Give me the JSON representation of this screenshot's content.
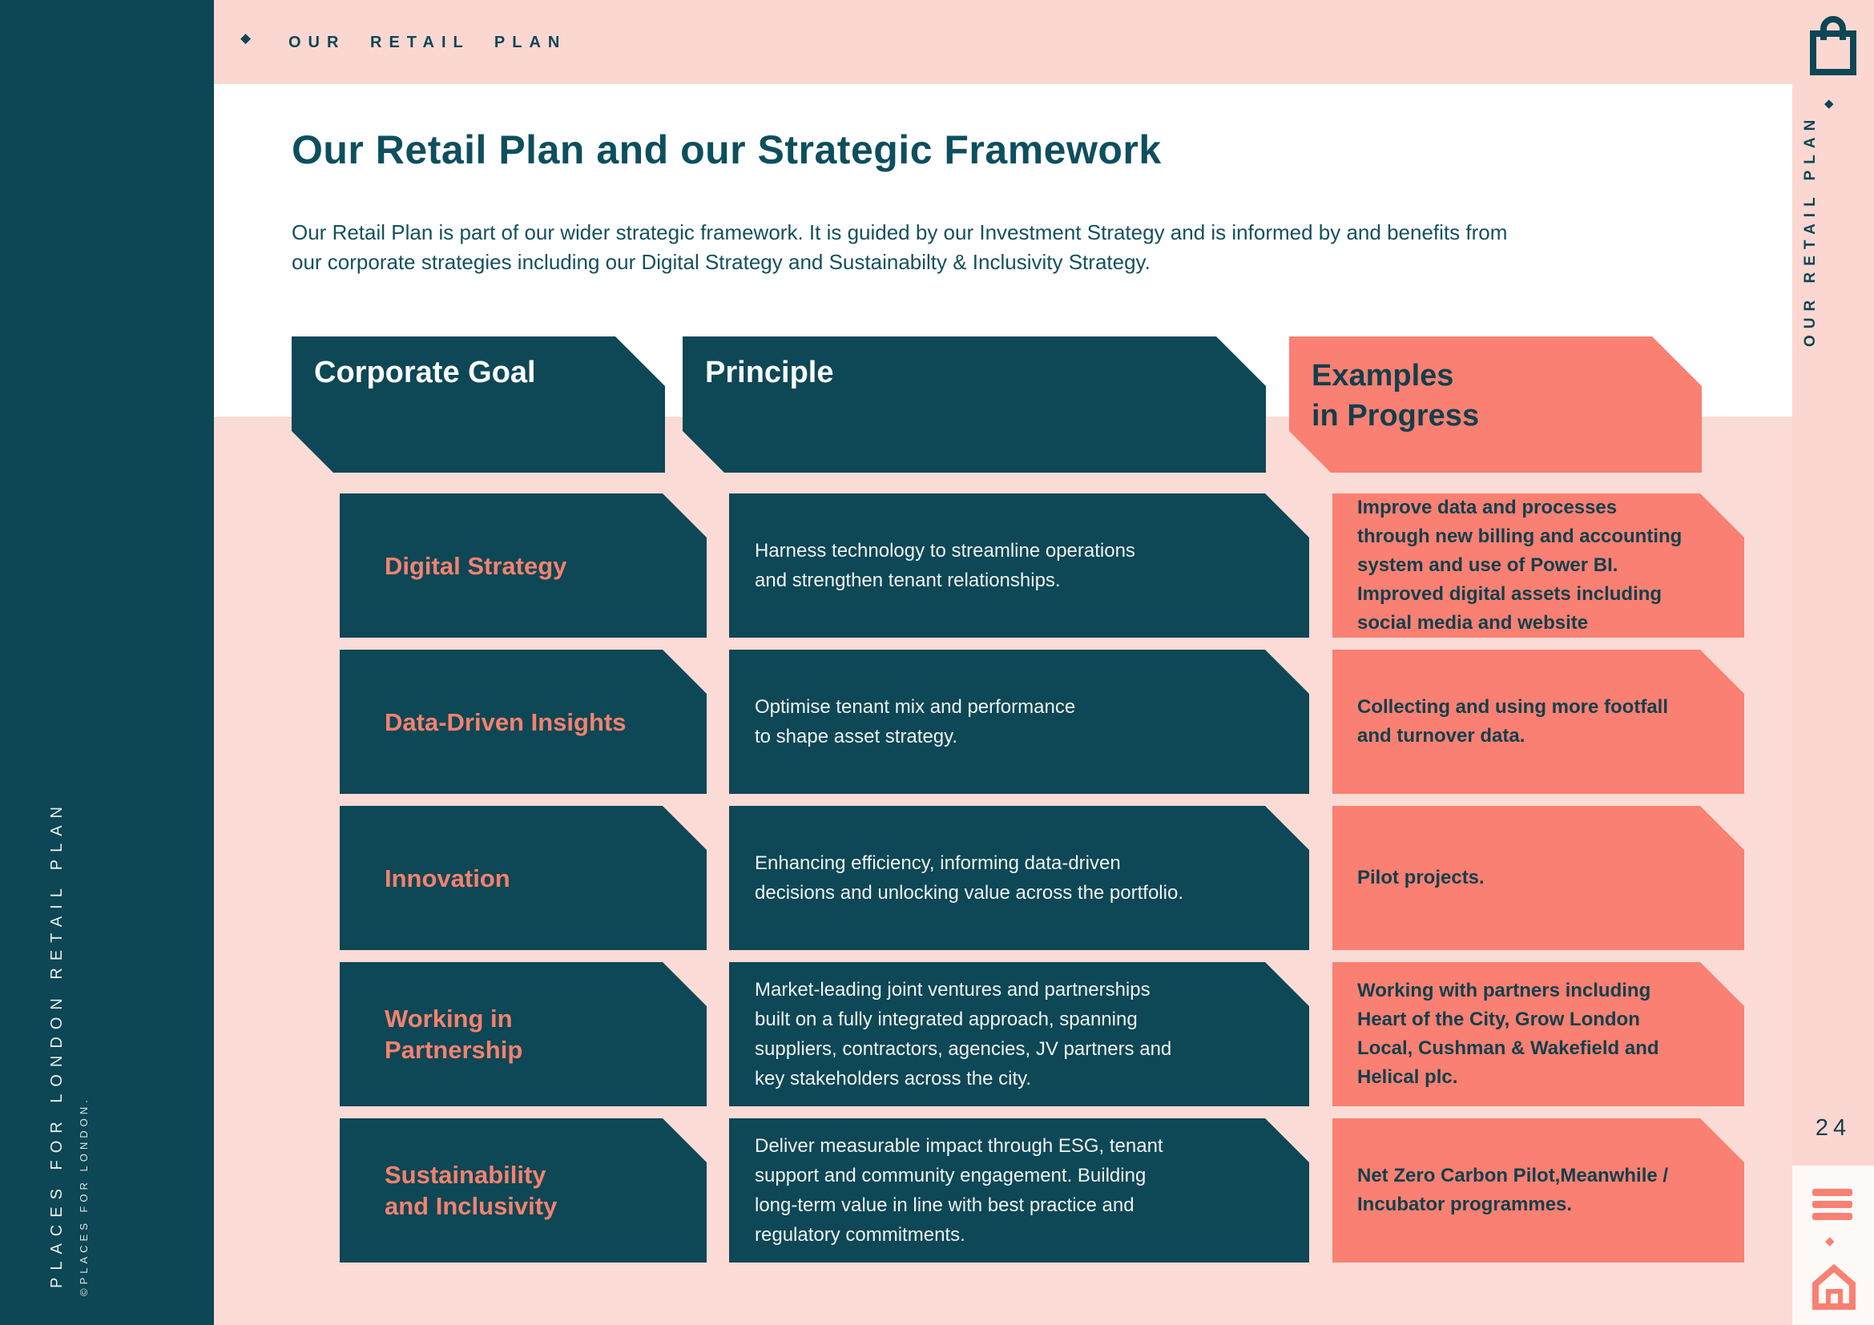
{
  "top_bar": {
    "label": "OUR RETAIL PLAN"
  },
  "right_rail": {
    "label": "OUR RETAIL PLAN",
    "page_number": "24"
  },
  "sidebar": {
    "title": "PLACES FOR LONDON RETAIL PLAN",
    "copyright": "©PLACES FOR LONDON."
  },
  "main": {
    "title": "Our Retail Plan and our Strategic Framework",
    "intro_line1": "Our Retail Plan is part of our wider strategic framework. It is guided by our Investment Strategy and is informed by and benefits from",
    "intro_line2": "our corporate strategies including our Digital Strategy and Sustainabilty & Inclusivity Strategy.",
    "table": {
      "headers": {
        "goal": "Corporate Goal",
        "principle": "Principle",
        "examples": "Examples\nin Progress"
      },
      "rows": [
        {
          "goal": "Digital Strategy",
          "principle": "Harness technology to streamline operations\nand strengthen tenant relationships.",
          "example": "Improve data and processes\nthrough new billing and accounting\nsystem and use of Power BI.\nImproved digital assets including\nsocial media and website"
        },
        {
          "goal": "Data-Driven Insights",
          "principle": "Optimise tenant mix and performance\nto shape asset strategy.",
          "example": "Collecting and using more footfall\nand turnover data."
        },
        {
          "goal": "Innovation",
          "principle": "Enhancing efficiency, informing data-driven\ndecisions and unlocking value across the portfolio.",
          "example": "Pilot projects."
        },
        {
          "goal": "Working in\nPartnership",
          "principle": "Market-leading joint ventures and partnerships\nbuilt on a fully integrated approach, spanning\nsuppliers, contractors, agencies, JV partners and\nkey stakeholders across the city.",
          "example": "Working with partners including\nHeart of the City, Grow London\nLocal, Cushman & Wakefield and\nHelical plc."
        },
        {
          "goal": "Sustainability\nand Inclusivity",
          "principle": "Deliver measurable impact through ESG, tenant\nsupport and community engagement. Building\nlong-term value in line with best practice and\nregulatory commitments.",
          "example": "Net Zero Carbon Pilot,Meanwhile /\nIncubator programmes."
        }
      ]
    }
  },
  "glyphs": {
    "diamond": "◆"
  },
  "colors": {
    "teal": "#0e4755",
    "salmon": "#f98072",
    "pink_bar": "#fcd7d1",
    "pink_content": "#fbdbd6",
    "off_white": "#fdf9f6"
  }
}
